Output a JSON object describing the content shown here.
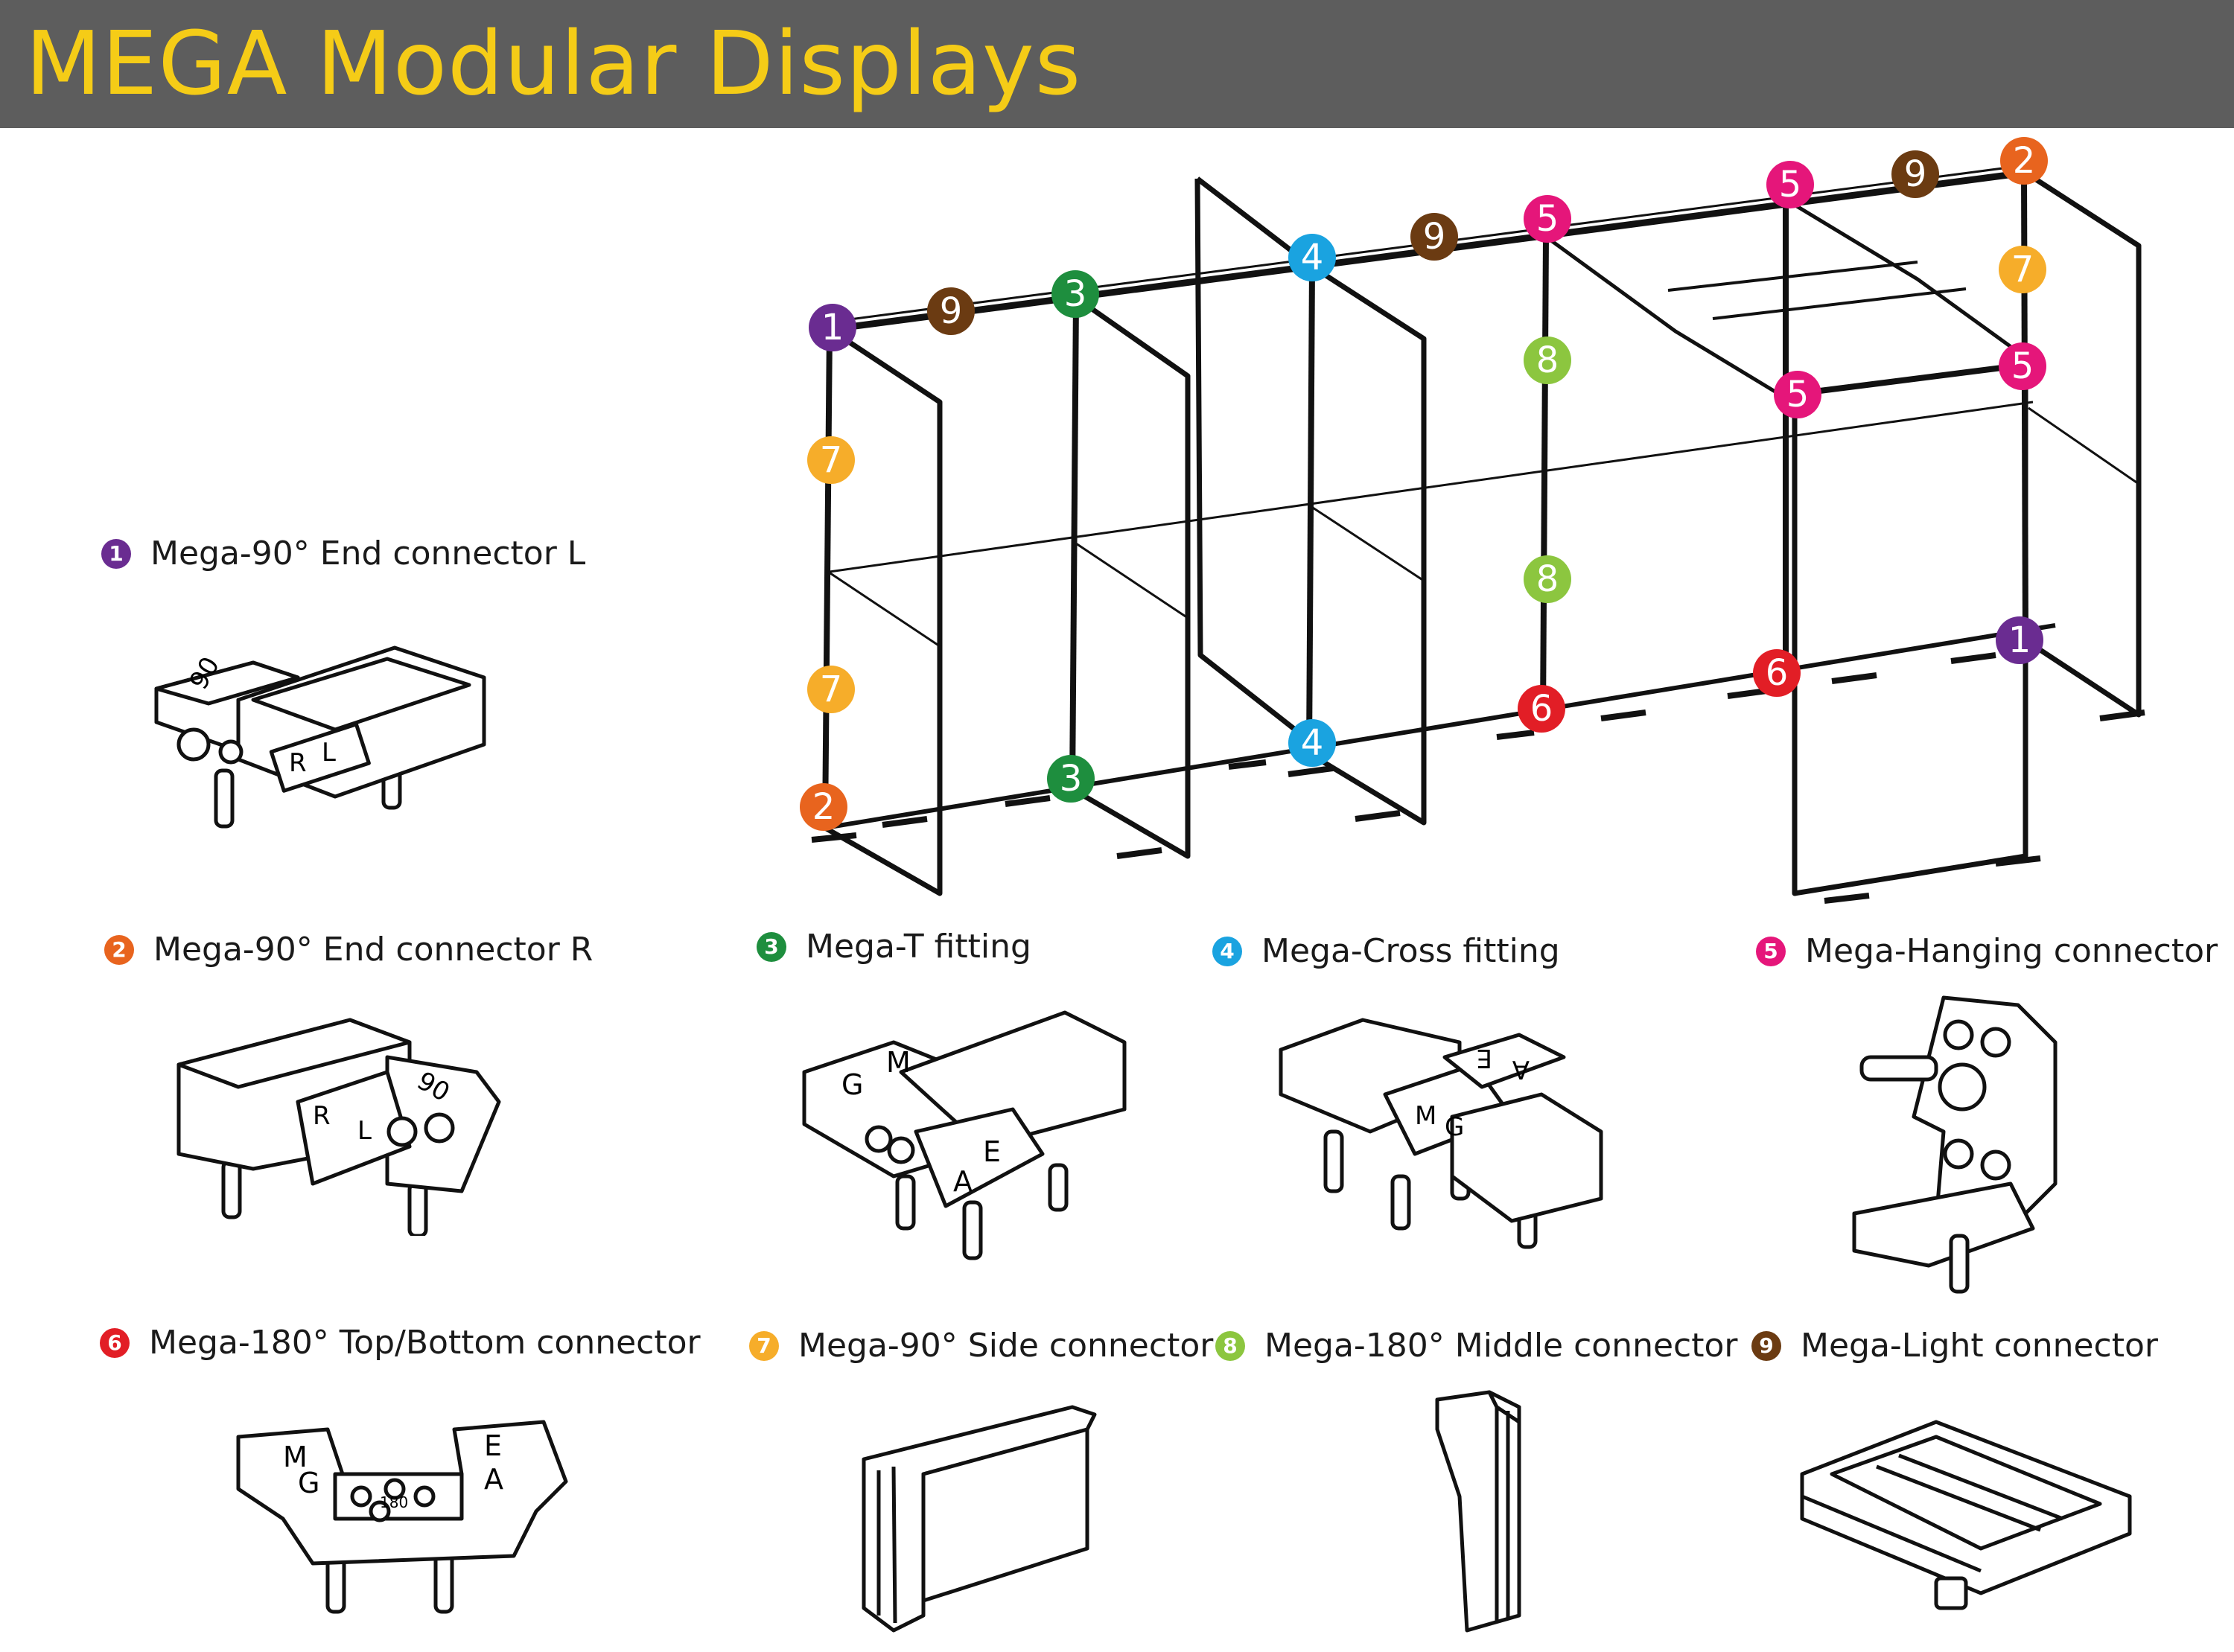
{
  "title": "MEGA Modular Displays",
  "colors": {
    "header_bg": "#5d5d5d",
    "title": "#f5cc17",
    "c1": "#6a2c91",
    "c2": "#e8641e",
    "c3": "#1e8e3e",
    "c4": "#1aa3e0",
    "c5": "#e5167a",
    "c6": "#e21e26",
    "c7": "#f6ad2a",
    "c8": "#8cc63f",
    "c9": "#6b3b12"
  },
  "legend": [
    {
      "num": "1",
      "label": "Mega-90° End connector L",
      "color": "#6a2c91"
    },
    {
      "num": "2",
      "label": "Mega-90° End connector R",
      "color": "#e8641e"
    },
    {
      "num": "3",
      "label": "Mega-T fitting",
      "color": "#1e8e3e"
    },
    {
      "num": "4",
      "label": "Mega-Cross fitting",
      "color": "#1aa3e0"
    },
    {
      "num": "5",
      "label": "Mega-Hanging connector",
      "color": "#e5167a"
    },
    {
      "num": "6",
      "label": "Mega-180° Top/Bottom connector",
      "color": "#e21e26"
    },
    {
      "num": "7",
      "label": "Mega-90° Side connector",
      "color": "#f6ad2a"
    },
    {
      "num": "8",
      "label": "Mega-180° Middle connector",
      "color": "#8cc63f"
    },
    {
      "num": "9",
      "label": "Mega-Light connector",
      "color": "#6b3b12"
    }
  ],
  "part_stamps": {
    "p1": [
      "90",
      "R",
      "L"
    ],
    "p2": [
      "90",
      "R",
      "L"
    ],
    "p3": [
      "M",
      "G",
      "E",
      "A"
    ],
    "p4": [
      "E",
      "A",
      "M",
      "G"
    ],
    "p6": [
      "M",
      "G",
      "E",
      "A",
      "180"
    ]
  },
  "diagram_markers": [
    "1",
    "9",
    "3",
    "4",
    "9",
    "5",
    "5",
    "9",
    "2",
    "7",
    "8",
    "5",
    "5",
    "7",
    "8",
    "7",
    "6",
    "1",
    "6",
    "4",
    "3",
    "2"
  ]
}
